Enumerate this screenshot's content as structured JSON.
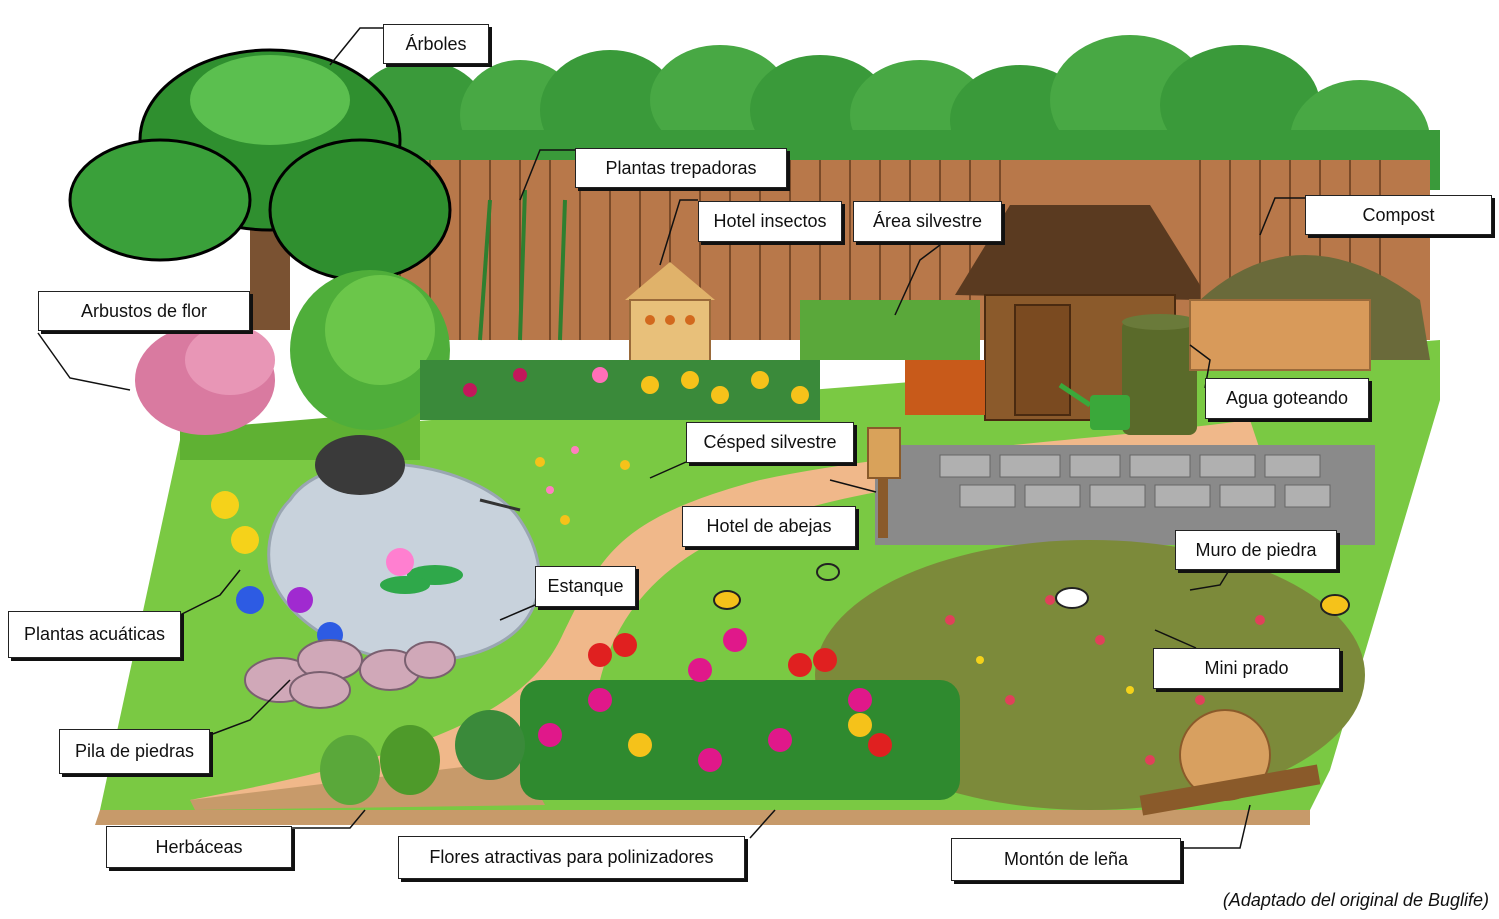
{
  "labels": {
    "arboles": "Árboles",
    "plantas_trepadoras": "Plantas trepadoras",
    "hotel_insectos": "Hotel insectos",
    "area_silvestre": "Área silvestre",
    "compost": "Compost",
    "arbustos_flor": "Arbustos de flor",
    "agua_goteando": "Agua goteando",
    "cesped_silvestre": "Césped silvestre",
    "hotel_abejas": "Hotel de abejas",
    "muro_piedra": "Muro de piedra",
    "estanque": "Estanque",
    "plantas_acuaticas": "Plantas acuáticas",
    "mini_prado": "Mini prado",
    "pila_piedras": "Pila de piedras",
    "herbaceas": "Herbáceas",
    "flores_polinizadores": "Flores atractivas para polinizadores",
    "monton_lena": "Montón de leña"
  },
  "credit": "(Adaptado del original de Buglife)",
  "colors": {
    "lawn": "#7ac943",
    "lawn_dark": "#4e9a2a",
    "path": "#f0b88a",
    "pond": "#c8d2dc",
    "fence": "#b8784a",
    "hedge": "#3a9a3a",
    "soil": "#c79a6a",
    "shed": "#8b5a2b",
    "wall": "#8a8a8a"
  }
}
